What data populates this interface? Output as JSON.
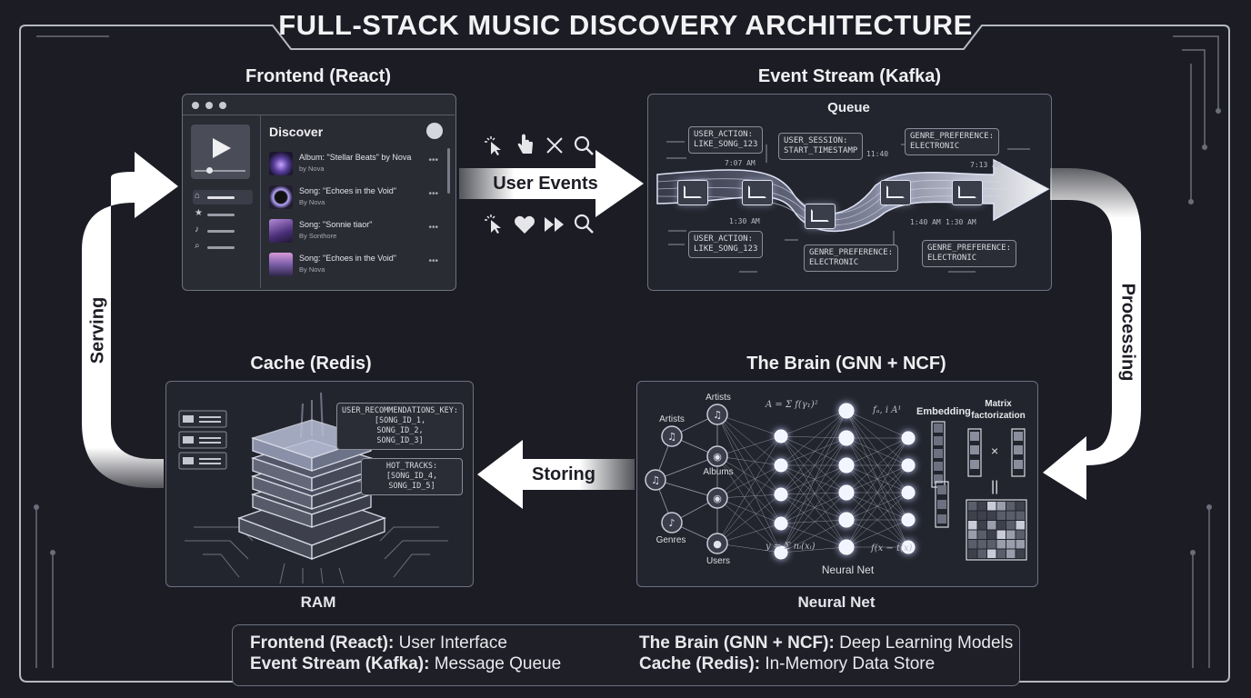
{
  "title": "FULL-STACK MUSIC DISCOVERY ARCHITECTURE",
  "frontend": {
    "title": "Frontend (React)",
    "app_heading": "Discover",
    "songs": [
      {
        "title": "Album: \"Stellar Beats\" by Nova",
        "artist": "by Nova",
        "color": "#5a4a8e"
      },
      {
        "title": "Song: \"Echoes in the Void\"",
        "artist": "By Nova",
        "color": "#3b3550"
      },
      {
        "title": "Song: \"Sonnie tiaor\"",
        "artist": "By Sonthore",
        "color": "#6a4f8f"
      },
      {
        "title": "Song: \"Echoes in the Void\"",
        "artist": "By Nova",
        "color": "#8a6aa0"
      }
    ],
    "sidebar_icons": [
      "home-icon",
      "star-icon",
      "music-note-icon",
      "search-icon"
    ]
  },
  "event_stream": {
    "title": "Event Stream (Kafka)",
    "queue_label": "Queue",
    "tags": [
      "USER_ACTION:\nLIKE_SONG_123",
      "USER_SESSION:\nSTART_TIMESTAMP",
      "GENRE_PREFERENCE:\nELECTRONIC",
      "USER_ACTION:\nLIKE_SONG_123",
      "GENRE_PREFERENCE:\nELECTRONIC",
      "GENRE_PREFERENCE:\nELECTRONIC"
    ],
    "times": [
      "7:07 AM",
      "11:40",
      "7:13 AM",
      "1:30 AM",
      "1:40 AM",
      "1:30 AM"
    ]
  },
  "arrows": {
    "user_events": "User Events",
    "storing": "Storing",
    "serving": "Serving",
    "processing": "Processing"
  },
  "event_icons_top": [
    "cursor-click-icon",
    "hand-pointer-icon",
    "close-icon",
    "search-icon"
  ],
  "event_icons_bottom": [
    "cursor-click-icon",
    "heart-icon",
    "fast-forward-icon",
    "search-icon"
  ],
  "cache": {
    "title": "Cache (Redis)",
    "sublabel": "RAM",
    "key1": "USER_RECOMMENDATIONS_KEY:\n[SONG_ID_1,\nSONG_ID_2,\nSONG_ID_3]",
    "key2": "HOT_TRACKS:\n[SONG_ID_4,\nSONG_ID_5]"
  },
  "brain": {
    "title": "The Brain (GNN + NCF)",
    "sublabel": "Neural Net",
    "inner_label": "Neural Net",
    "graph_labels": {
      "artists_top": "Artists",
      "artists_left": "Artists",
      "albums": "Albums",
      "genres": "Genres",
      "users": "Users"
    },
    "embedding": "Embedding",
    "matrix": "Matrix\nfactorization",
    "times_sign": "×",
    "equals_sign": "||"
  },
  "legend": [
    {
      "name": "Frontend (React):",
      "desc": "User Interface"
    },
    {
      "name": "Event Stream (Kafka):",
      "desc": "Message Queue"
    },
    {
      "name": "The Brain (GNN + NCF):",
      "desc": "Deep Learning Models"
    },
    {
      "name": "Cache (Redis):",
      "desc": "In-Memory Data Store"
    }
  ]
}
